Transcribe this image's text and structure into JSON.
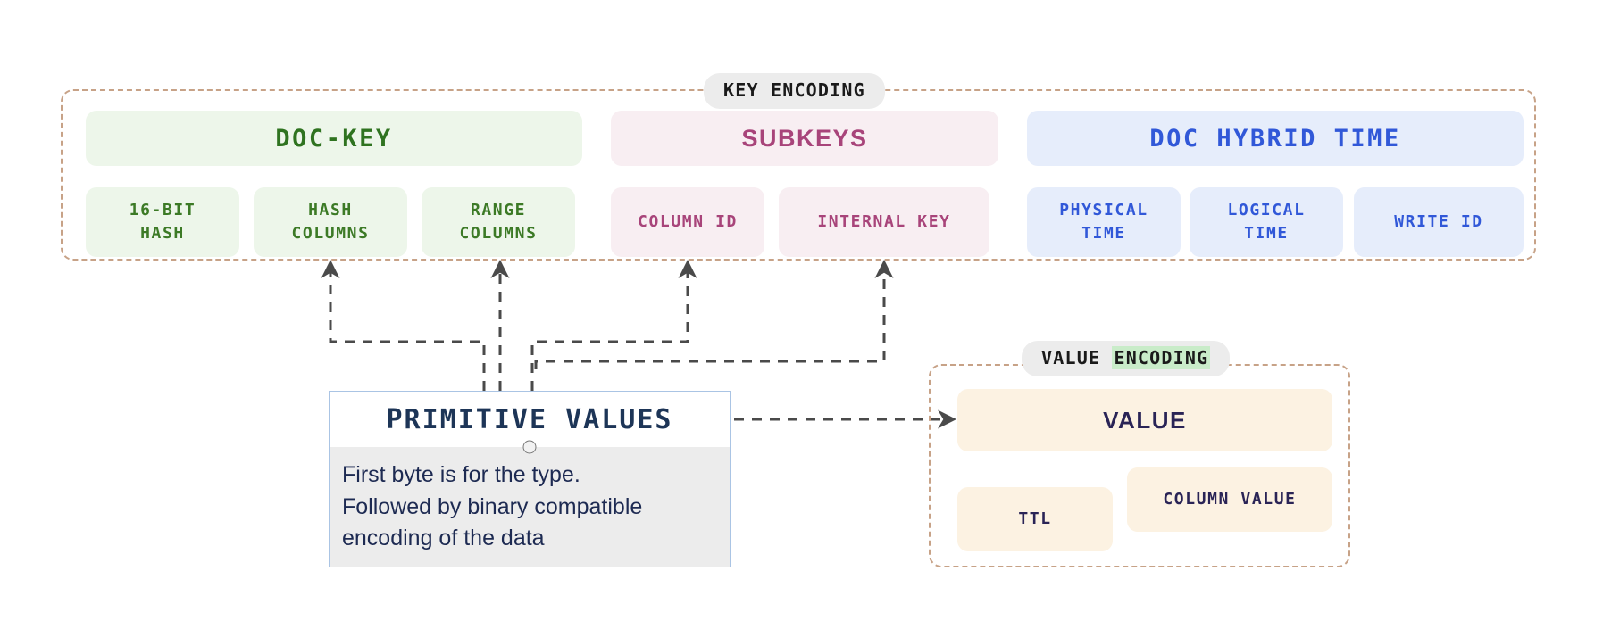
{
  "key_encoding": {
    "title_pill": "KEY ENCODING",
    "sections": [
      {
        "name": "doc-key",
        "header": "DOC-KEY",
        "color": "#2f7320",
        "bg": "#edf6ea",
        "leaves": [
          {
            "label": "16-BIT\nHASH"
          },
          {
            "label": "HASH\nCOLUMNS"
          },
          {
            "label": "RANGE\nCOLUMNS"
          }
        ]
      },
      {
        "name": "subkeys",
        "header": "SUBKEYS",
        "color": "#a8447a",
        "bg": "#f8eef2",
        "leaves": [
          {
            "label": "COLUMN ID"
          },
          {
            "label": "INTERNAL KEY"
          }
        ]
      },
      {
        "name": "doc-hybrid-time",
        "header": "DOC HYBRID TIME",
        "color": "#3158d8",
        "bg": "#e6edfb",
        "leaves": [
          {
            "label": "PHYSICAL\nTIME"
          },
          {
            "label": "LOGICAL\nTIME"
          },
          {
            "label": "WRITE ID"
          }
        ]
      }
    ]
  },
  "value_encoding": {
    "title_pill_prefix": "VALUE ",
    "title_pill_highlight": "ENCODING",
    "highlight_color": "#c9ecc9",
    "header": "VALUE",
    "bg": "#fcf2e2",
    "text_color": "#2a2456",
    "leaves": [
      {
        "label": "TTL"
      },
      {
        "label": "COLUMN VALUE"
      }
    ]
  },
  "primitive_values": {
    "title": "PRIMITIVE VALUES",
    "body": "First byte is for the type.\nFollowed by binary compatible\nencoding of the data",
    "title_color": "#1d3557",
    "body_color": "#1d2a52",
    "border_color": "#aac4e4",
    "body_bg": "#ececec"
  },
  "connectors": {
    "stroke": "#4a4a4a",
    "targets": [
      "HASH COLUMNS",
      "RANGE COLUMNS",
      "COLUMN ID",
      "INTERNAL KEY",
      "VALUE"
    ]
  },
  "container_border_color": "#c7a287"
}
